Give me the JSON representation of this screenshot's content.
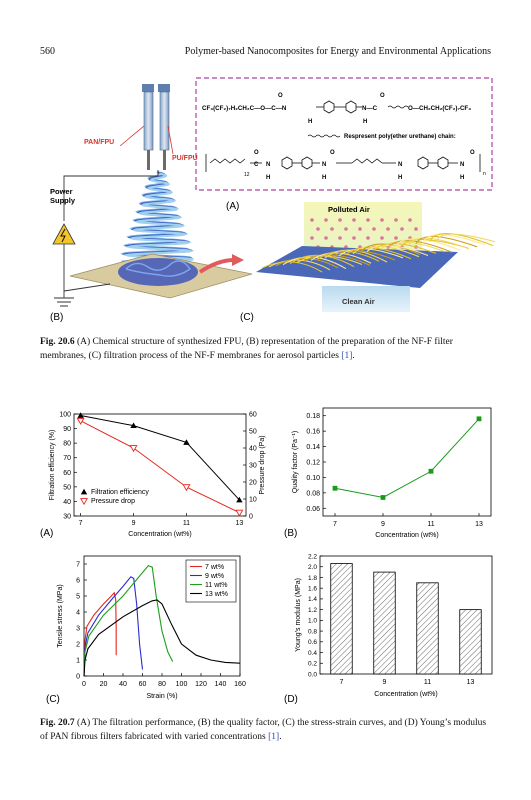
{
  "header": {
    "page_number": "560",
    "running_title": "Polymer-based Nanocomposites for Energy and Environmental Applications"
  },
  "figure_20_6": {
    "labels": {
      "pan_fpu": "PAN/FPU",
      "pu_fpu": "PU/FPU",
      "power_supply_1": "Power",
      "power_supply_2": "Supply",
      "polluted_air": "Polluted Air",
      "clean_air": "Clean Air",
      "panel_a": "(A)",
      "panel_b": "(B)",
      "panel_c": "(C)"
    },
    "structure": {
      "row1_left": "CF₃(CF₂)₇H₂CH₂C—O—C—N",
      "row1_right": "N—C",
      "row1_end": "O—CH₂CH₂(CF₂)₇CF₃",
      "o": "O",
      "h": "H",
      "chain_label": "Respresent poly(ether urethane) chain:",
      "sub_12": "12",
      "sub_n": "n"
    },
    "caption_label": "Fig. 20.6",
    "caption_text": "(A) Chemical structure of synthesized FPU, (B) representation of the preparation of the NF-F filter membranes, (C) filtration process of the NF-F membranes for aerosol particles",
    "caption_ref": "[1]",
    "caption_end": "."
  },
  "chart_data": [
    {
      "type": "line",
      "panel": "(A)",
      "x": [
        7,
        9,
        11,
        13
      ],
      "xlabel": "Concentration (wt%)",
      "ylabel": "Filtration efficiency (%)",
      "y2label": "Pressure drop (Pa)",
      "ylim": [
        30,
        100
      ],
      "y2lim": [
        0,
        60
      ],
      "yticks": [
        "30",
        "40",
        "50",
        "60",
        "70",
        "80",
        "90",
        "100"
      ],
      "y2ticks": [
        "0",
        "10",
        "20",
        "30",
        "40",
        "50",
        "60"
      ],
      "xticks": [
        "7",
        "9",
        "11",
        "13"
      ],
      "series": [
        {
          "name": "Filtration efficiency",
          "axis": "left",
          "color": "#000000",
          "marker": "filled-triangle",
          "values": [
            99,
            92,
            80.5,
            41
          ]
        },
        {
          "name": "Pressure drop",
          "axis": "right",
          "color": "#e8251e",
          "marker": "open-triangle-down",
          "values": [
            56,
            40,
            17,
            2
          ]
        }
      ],
      "legend": "bottom-left"
    },
    {
      "type": "line",
      "panel": "(B)",
      "x": [
        7,
        9,
        11,
        13
      ],
      "xlabel": "Concentration (wt%)",
      "ylabel": "Quality factor (Pa⁻¹)",
      "ylim": [
        0.05,
        0.19
      ],
      "yticks": [
        "0.06",
        "0.08",
        "0.10",
        "0.12",
        "0.14",
        "0.16",
        "0.18"
      ],
      "xticks": [
        "7",
        "9",
        "11",
        "13"
      ],
      "series": [
        {
          "color": "#1a9a1a",
          "marker": "filled-square",
          "values": [
            0.086,
            0.074,
            0.108,
            0.176
          ]
        }
      ]
    },
    {
      "type": "line",
      "panel": "(C)",
      "xlabel": "Strain (%)",
      "ylabel": "Tensile stress (MPa)",
      "xlim": [
        0,
        160
      ],
      "ylim": [
        0,
        7.5
      ],
      "xticks": [
        "0",
        "20",
        "40",
        "60",
        "80",
        "100",
        "120",
        "140",
        "160"
      ],
      "yticks": [
        "0",
        "1",
        "2",
        "3",
        "4",
        "5",
        "6",
        "7"
      ],
      "series": [
        {
          "name": "7 wt%",
          "color": "#e8251e",
          "points": [
            [
              0,
              0
            ],
            [
              1,
              2.2
            ],
            [
              3,
              3.1
            ],
            [
              10,
              3.8
            ],
            [
              20,
              4.5
            ],
            [
              28,
              5.0
            ],
            [
              31,
              5.2
            ],
            [
              32.5,
              4.8
            ],
            [
              33,
              3.0
            ],
            [
              33,
              1.3
            ]
          ]
        },
        {
          "name": "9 wt%",
          "color": "#2b2bd0",
          "points": [
            [
              0,
              0
            ],
            [
              1,
              1.8
            ],
            [
              4,
              2.7
            ],
            [
              15,
              3.8
            ],
            [
              30,
              4.9
            ],
            [
              40,
              5.6
            ],
            [
              48,
              6.2
            ],
            [
              51,
              6.1
            ],
            [
              54,
              4.5
            ],
            [
              57,
              2.0
            ],
            [
              60,
              0.4
            ]
          ]
        },
        {
          "name": "11 wt%",
          "color": "#1aa01a",
          "points": [
            [
              0,
              0
            ],
            [
              1,
              1.5
            ],
            [
              5,
              2.5
            ],
            [
              20,
              3.8
            ],
            [
              40,
              5.0
            ],
            [
              55,
              6.1
            ],
            [
              66,
              6.9
            ],
            [
              70,
              6.8
            ],
            [
              74,
              5.0
            ],
            [
              80,
              2.8
            ],
            [
              86,
              1.5
            ],
            [
              91,
              0.9
            ]
          ]
        },
        {
          "name": "13 wt%",
          "color": "#000000",
          "points": [
            [
              0,
              0
            ],
            [
              1,
              1.0
            ],
            [
              4,
              1.7
            ],
            [
              15,
              2.6
            ],
            [
              40,
              3.7
            ],
            [
              60,
              4.4
            ],
            [
              70,
              4.7
            ],
            [
              75,
              4.75
            ],
            [
              80,
              4.5
            ],
            [
              90,
              3.2
            ],
            [
              100,
              2.0
            ],
            [
              115,
              1.3
            ],
            [
              130,
              1.0
            ],
            [
              145,
              0.85
            ],
            [
              160,
              0.8
            ]
          ]
        }
      ],
      "legend": "top-right"
    },
    {
      "type": "bar",
      "panel": "(D)",
      "categories": [
        "7",
        "9",
        "11",
        "13"
      ],
      "values": [
        2.06,
        1.9,
        1.7,
        1.2
      ],
      "xlabel": "Concentration (wt%)",
      "ylabel": "Young's modulus (MPa)",
      "ylim": [
        0,
        2.2
      ],
      "yticks": [
        "0.0",
        "0.2",
        "0.4",
        "0.6",
        "0.8",
        "1.0",
        "1.2",
        "1.4",
        "1.6",
        "1.8",
        "2.0",
        "2.2"
      ],
      "pattern": "hatched"
    }
  ],
  "figure_20_7": {
    "caption_label": "Fig. 20.7",
    "caption_text": "(A) The filtration performance, (B) the quality factor, (C) the stress-strain curves, and (D) Young’s modulus of PAN fibrous filters fabricated with varied concentrations",
    "caption_ref": "[1]",
    "caption_end": "."
  }
}
